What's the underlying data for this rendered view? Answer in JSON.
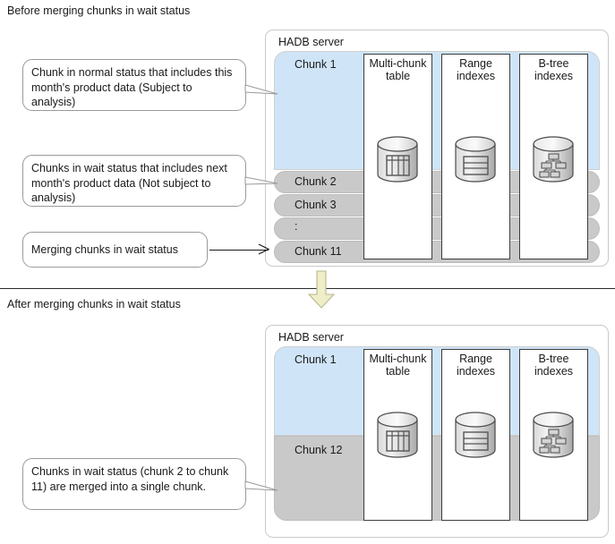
{
  "page": {
    "title": "HADB chunk merge diagram",
    "colors": {
      "chunk_normal": "#cfe5f7",
      "chunk_wait": "#c9c9c9",
      "server_border": "#c9c9c9",
      "column_border": "#3d3d3d",
      "callout_border": "#9a9a9a",
      "big_arrow_fill": "#efeec8",
      "big_arrow_border": "#b8b78f",
      "divider": "#2b2b2b",
      "text": "#1a1a1a"
    }
  },
  "before": {
    "caption": "Before merging chunks in wait status",
    "server_title": "HADB server",
    "chunks": [
      {
        "label": "Chunk 1",
        "status": "normal"
      },
      {
        "label": "Chunk 2",
        "status": "wait"
      },
      {
        "label": "Chunk 3",
        "status": "wait"
      },
      {
        "label": ":",
        "status": "wait"
      },
      {
        "label": "Chunk 11",
        "status": "wait"
      }
    ],
    "columns": [
      {
        "title_line1": "Multi-chunk",
        "title_line2": "table",
        "icon": "cylinder-table-icon"
      },
      {
        "title_line1": "Range",
        "title_line2": "indexes",
        "icon": "cylinder-range-index-icon"
      },
      {
        "title_line1": "B-tree",
        "title_line2": "indexes",
        "icon": "cylinder-btree-index-icon"
      }
    ],
    "callouts": [
      {
        "id": "normal-chunk",
        "text": "Chunk in normal status that includes this month's product data (Subject to analysis)"
      },
      {
        "id": "wait-chunks",
        "text": "Chunks in wait status that includes next month's product data (Not subject to analysis)"
      },
      {
        "id": "merging",
        "text": "Merging chunks in wait status"
      }
    ]
  },
  "transition": {
    "arrow_icon": "down-arrow-icon"
  },
  "after": {
    "caption": "After merging chunks in wait status",
    "server_title": "HADB server",
    "chunks": [
      {
        "label": "Chunk 1",
        "status": "normal"
      },
      {
        "label": "Chunk 12",
        "status": "wait"
      }
    ],
    "columns": [
      {
        "title_line1": "Multi-chunk",
        "title_line2": "table",
        "icon": "cylinder-table-icon"
      },
      {
        "title_line1": "Range",
        "title_line2": "indexes",
        "icon": "cylinder-range-index-icon"
      },
      {
        "title_line1": "B-tree",
        "title_line2": "indexes",
        "icon": "cylinder-btree-index-icon"
      }
    ],
    "callouts": [
      {
        "id": "merged-chunk",
        "text": "Chunks in wait status (chunk 2 to chunk 11) are merged into a single chunk."
      }
    ]
  }
}
